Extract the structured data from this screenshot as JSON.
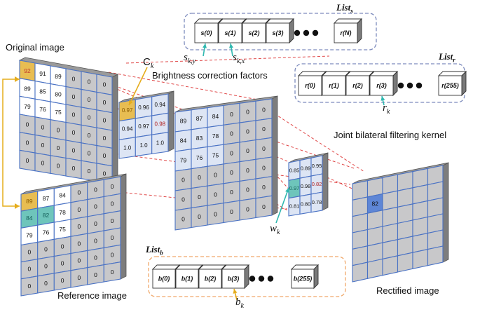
{
  "colors": {
    "grid_line": "#4a72c4",
    "cell_gray": "#c8c8ca",
    "cell_light": "#dde5f4",
    "cell_top": "#ffffff",
    "side_face": "#7d7d7d",
    "highlight_orange": "#e8bd52",
    "highlight_teal": "#6ec5bb",
    "rectified_cell": "#5e86d6",
    "dash_red": "#e04848",
    "arrow_orange": "#e6ad1c",
    "arrow_teal": "#2fb8b0",
    "box_blue": "#7d8bbd",
    "box_orange": "#f0a86a"
  },
  "labels": {
    "original_image": "Original image",
    "reference_image": "Reference image",
    "rectified_image": "Rectified image",
    "brightness_factors": "Brightness correction factors",
    "joint_kernel": "Joint bilateral filtering kernel",
    "ck": "C",
    "ck_sub": "k",
    "wk": "w",
    "wk_sub": "k",
    "rk": "r",
    "rk_sub": "k",
    "bk": "b",
    "bk_sub": "k",
    "sky": "s",
    "sky_sub": "k,y",
    "skx": "s",
    "skx_sub": "k,x"
  },
  "list_s": {
    "title": "List",
    "title_sub": "s",
    "cells": [
      "s(0)",
      "s(1)",
      "s(2)",
      "s(3)"
    ],
    "last": "r(N)"
  },
  "list_r": {
    "title": "List",
    "title_sub": "r",
    "cells": [
      "r(0)",
      "r(1)",
      "r(2)",
      "r(3)"
    ],
    "last": "r(255)"
  },
  "list_b": {
    "title": "List",
    "title_sub": "b",
    "cells": [
      "b(0)",
      "b(1)",
      "b(2)",
      "b(3)"
    ],
    "last": "b(255)"
  },
  "ellipsis": "●●●",
  "original_grid": [
    [
      "92",
      "91",
      "89",
      "0",
      "0",
      "0"
    ],
    [
      "89",
      "85",
      "80",
      "0",
      "0",
      "0"
    ],
    [
      "79",
      "76",
      "75",
      "0",
      "0",
      "0"
    ],
    [
      "0",
      "0",
      "0",
      "0",
      "0",
      "0"
    ],
    [
      "0",
      "0",
      "0",
      "0",
      "0",
      "0"
    ],
    [
      "0",
      "0",
      "0",
      "0",
      "0",
      "0"
    ]
  ],
  "reference_grid": [
    [
      "89",
      "87",
      "84",
      "0",
      "0",
      "0"
    ],
    [
      "84",
      "82",
      "78",
      "0",
      "0",
      "0"
    ],
    [
      "79",
      "76",
      "75",
      "0",
      "0",
      "0"
    ],
    [
      "0",
      "0",
      "0",
      "0",
      "0",
      "0"
    ],
    [
      "0",
      "0",
      "0",
      "0",
      "0",
      "0"
    ],
    [
      "0",
      "0",
      "0",
      "0",
      "0",
      "0"
    ]
  ],
  "middle_grid": [
    [
      "89",
      "87",
      "84",
      "0",
      "0",
      "0"
    ],
    [
      "84",
      "83",
      "78",
      "0",
      "0",
      "0"
    ],
    [
      "79",
      "76",
      "75",
      "0",
      "0",
      "0"
    ],
    [
      "0",
      "0",
      "0",
      "0",
      "0",
      "0"
    ],
    [
      "0",
      "0",
      "0",
      "0",
      "0",
      "0"
    ],
    [
      "0",
      "0",
      "0",
      "0",
      "0",
      "0"
    ]
  ],
  "brightness_grid": [
    [
      "0.97",
      "0.96",
      "0.94"
    ],
    [
      "0.94",
      "0.97",
      "0.98"
    ],
    [
      "1.0",
      "1.0",
      "1.0"
    ]
  ],
  "kernel_grid": [
    [
      "0.85",
      "0.89",
      "0.95"
    ],
    [
      "0.97",
      "0.98",
      "0.82"
    ],
    [
      "0.81",
      "0.80",
      "0.78"
    ]
  ],
  "rectified_value": "82"
}
